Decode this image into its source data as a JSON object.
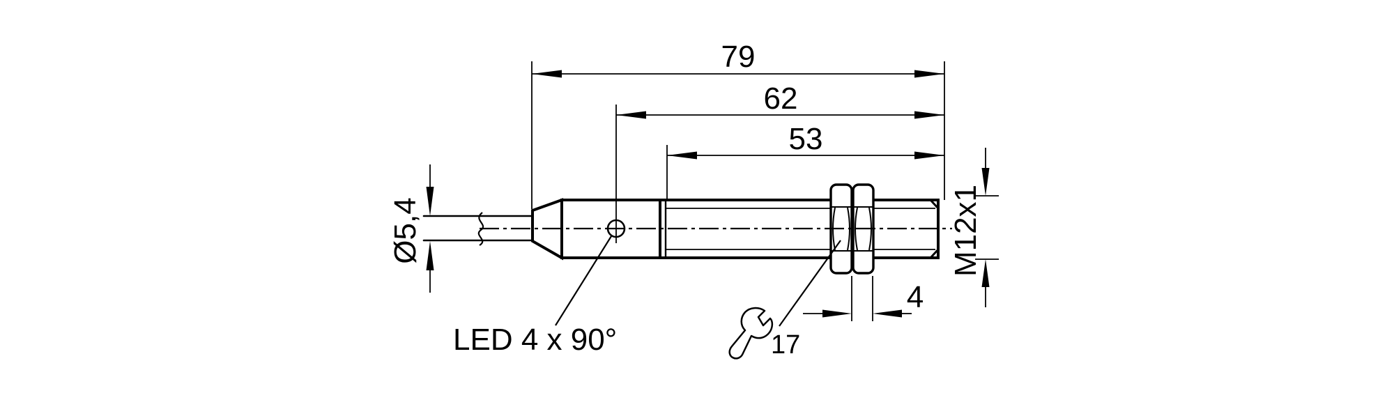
{
  "drawing": {
    "description": "Technical dimension drawing of an M12 tubular sensor with cable connection, hex nuts and LED ring",
    "background_color": "#ffffff",
    "line_color": "#000000",
    "dimensions": {
      "overall_length": "79",
      "length_to_led": "62",
      "thread_length": "53",
      "cable_diameter": "Ø5,4",
      "thread_designation": "M12x1",
      "nut_thickness": "4",
      "wrench_size": "17"
    },
    "annotations": {
      "led": "LED 4 x 90°"
    }
  }
}
